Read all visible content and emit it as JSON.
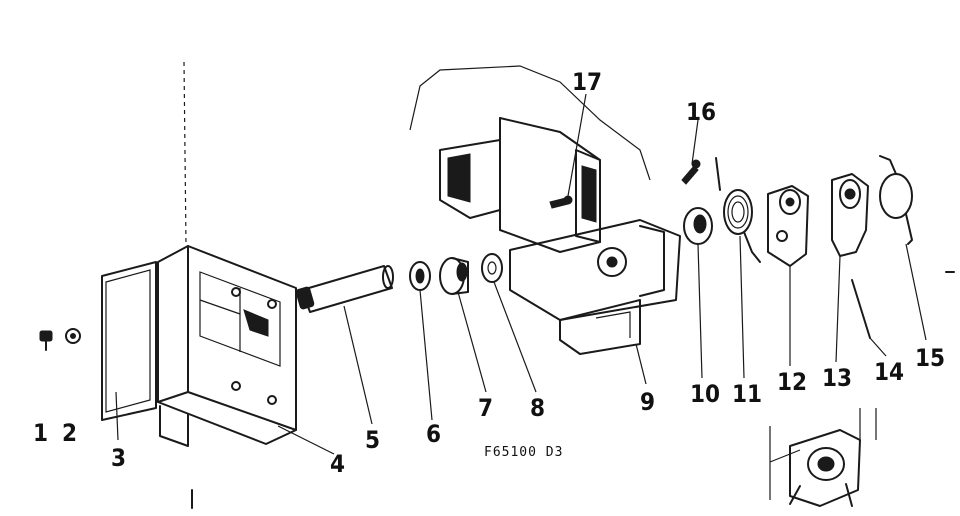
{
  "diagram": {
    "drawing_code": "F65100 D3",
    "callouts": [
      "1",
      "2",
      "3",
      "4",
      "5",
      "6",
      "7",
      "8",
      "9",
      "10",
      "11",
      "12",
      "13",
      "14",
      "15",
      "16",
      "17"
    ]
  }
}
